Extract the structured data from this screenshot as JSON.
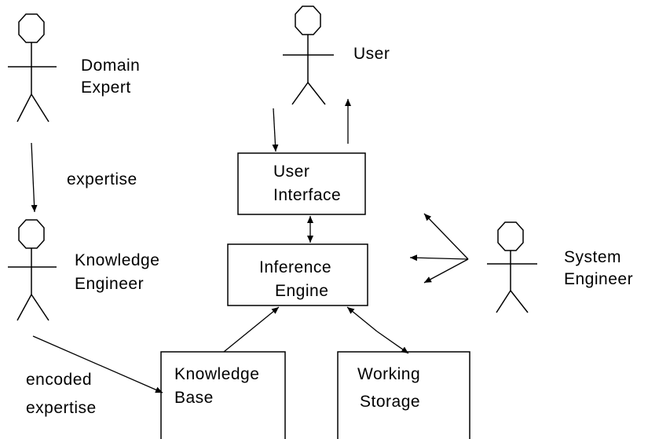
{
  "actors": {
    "domain_expert": {
      "line1": "Domain",
      "line2": "Expert"
    },
    "user": {
      "label": "User"
    },
    "knowledge_engineer": {
      "line1": "Knowledge",
      "line2": "Engineer"
    },
    "system_engineer": {
      "line1": "System",
      "line2": "Engineer"
    }
  },
  "boxes": {
    "user_interface": {
      "line1": "User",
      "line2": "Interface"
    },
    "inference_engine": {
      "line1": "Inference",
      "line2": "Engine"
    },
    "knowledge_base": {
      "line1": "Knowledge",
      "line2": "Base"
    },
    "working_storage": {
      "line1": "Working",
      "line2": "Storage"
    }
  },
  "edge_labels": {
    "expertise": "expertise",
    "encoded_line1": "encoded",
    "encoded_line2": "expertise"
  },
  "colors": {
    "stroke": "#000000",
    "background": "#ffffff"
  }
}
